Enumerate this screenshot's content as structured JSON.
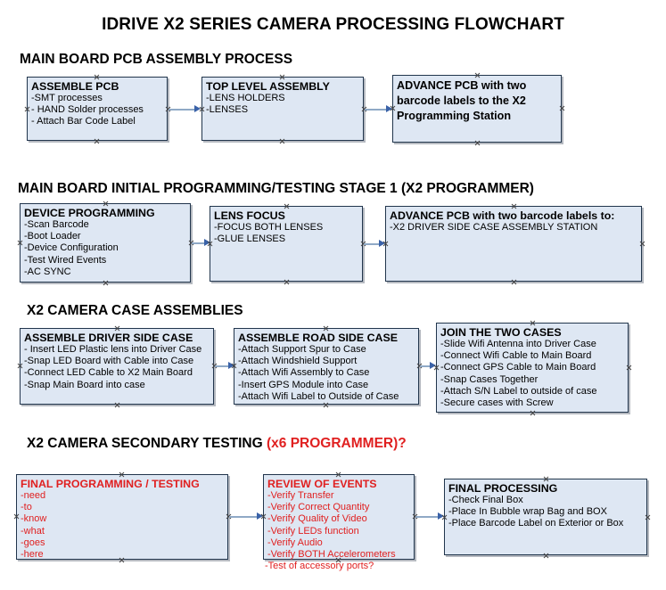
{
  "document": {
    "title": "IDRIVE X2  SERIES CAMERA PROCESSING FLOWCHART"
  },
  "colors": {
    "box_fill": "#dee7f3",
    "box_border": "#21354c",
    "connector": "#8fa9c6",
    "arrowhead": "#3a62a8",
    "red_accent": "#e02020",
    "text": "#000000",
    "background": "#ffffff"
  },
  "sections": [
    {
      "id": "main-board-pcb-assembly-process",
      "heading": "MAIN BOARD PCB ASSEMBLY PROCESS",
      "heading_accent": "",
      "boxes": [
        {
          "id": "assemble-pcb",
          "header": "ASSEMBLE PCB",
          "lines": [
            "-SMT processes",
            "- HAND Solder processes",
            "- Attach Bar Code Label"
          ]
        },
        {
          "id": "top-level-assembly",
          "header": "TOP LEVEL ASSEMBLY",
          "lines": [
            "-LENS HOLDERS",
            "-LENSES"
          ]
        },
        {
          "id": "advance-pcb-to-x2-programming-station",
          "header": "ADVANCE PCB with two barcode labels to the  X2 Programming Station",
          "lines": []
        }
      ]
    },
    {
      "id": "main-board-initial-programming-testing-stage-1",
      "heading": "MAIN BOARD INITIAL PROGRAMMING/TESTING STAGE 1 (X2 PROGRAMMER)",
      "heading_accent": "",
      "boxes": [
        {
          "id": "device-programming",
          "header": "DEVICE PROGRAMMING",
          "lines": [
            "-Scan Barcode",
            "-Boot Loader",
            "-Device Configuration",
            "-Test Wired Events",
            "-AC SYNC"
          ]
        },
        {
          "id": "lens-focus",
          "header": "LENS FOCUS",
          "lines": [
            "-FOCUS BOTH LENSES",
            "-GLUE LENSES"
          ]
        },
        {
          "id": "advance-pcb-to-driver-side-case-assembly",
          "header": "ADVANCE PCB with two barcode labels to:",
          "lines": [
            "-X2 DRIVER  SIDE  CASE  ASSEMBLY STATION"
          ]
        }
      ]
    },
    {
      "id": "x2-camera-case-assemblies",
      "heading": "X2 CAMERA CASE ASSEMBLIES",
      "heading_accent": "",
      "boxes": [
        {
          "id": "assemble-driver-side-case",
          "header": "ASSEMBLE DRIVER SIDE CASE",
          "lines": [
            "- Insert LED Plastic lens into Driver Case",
            "-Snap LED Board with Cable into Case",
            "-Connect LED Cable to X2 Main Board",
            "-Snap Main Board into case"
          ]
        },
        {
          "id": "assemble-road-side-case",
          "header": "ASSEMBLE ROAD SIDE CASE",
          "lines": [
            "-Attach Support Spur to Case",
            "-Attach Windshield Support",
            "-Attach Wifi Assembly to Case",
            "-Insert GPS Module into Case",
            "-Attach Wifi Label to Outside of Case"
          ]
        },
        {
          "id": "join-the-two-cases",
          "header": "JOIN THE TWO CASES",
          "lines": [
            "-Slide Wifi Antenna into Driver Case",
            "-Connect Wifi Cable to Main Board",
            "-Connect GPS Cable to Main Board",
            "-Snap Cases Together",
            "-Attach S/N Label to outside of case",
            "-Secure cases with Screw"
          ]
        }
      ]
    },
    {
      "id": "x2-camera-secondary-testing",
      "heading": "X2 CAMERA SECONDARY TESTING ",
      "heading_accent": "(x6 PROGRAMMER)?",
      "boxes": [
        {
          "id": "final-programming-testing",
          "header": "FINAL PROGRAMMING / TESTING",
          "lines": [
            "-need",
            "-to",
            "-know",
            "-what",
            "-goes",
            "-here"
          ]
        },
        {
          "id": "review-of-events",
          "header": "REVIEW OF EVENTS",
          "lines": [
            "-Verify Transfer",
            "-Verify Correct Quantity",
            "-Verify Quality of Video",
            "-Verify LEDs function",
            "-Verify Audio",
            "-Verify BOTH Accelerometers"
          ],
          "overflow_line": "-Test of accessory ports?"
        },
        {
          "id": "final-processing",
          "header": "FINAL PROCESSING",
          "lines": [
            " -Check Final Box",
            "-Place In Bubble wrap Bag and BOX",
            "-Place Barcode Label on Exterior or Box"
          ]
        }
      ]
    }
  ]
}
